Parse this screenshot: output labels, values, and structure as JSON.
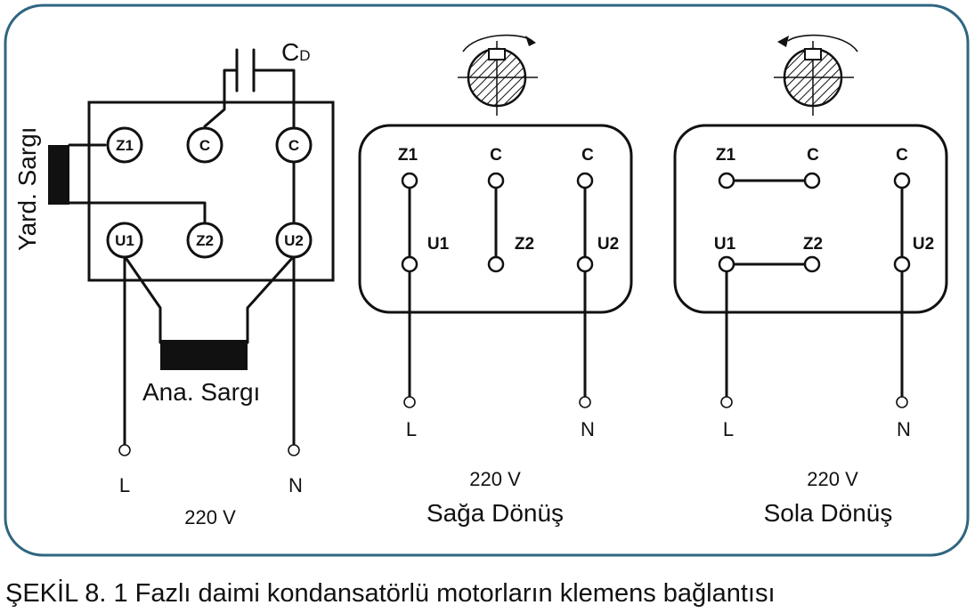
{
  "left_diagram": {
    "capacitor_label_main": "C",
    "capacitor_label_sub": "D",
    "terminals": [
      "Z1",
      "C",
      "C",
      "U1",
      "Z2",
      "U2"
    ],
    "aux_winding_label": "Yard. Sargı",
    "main_winding_label": "Ana. Sargı",
    "line_label": "L",
    "neutral_label": "N",
    "voltage": "220 V"
  },
  "middle_diagram": {
    "terminals_top": [
      "Z1",
      "C",
      "C"
    ],
    "terminals_bottom": [
      "U1",
      "Z2",
      "U2"
    ],
    "line_label": "L",
    "neutral_label": "N",
    "voltage": "220 V",
    "title": "Sağa Dönüş"
  },
  "right_diagram": {
    "terminals_top": [
      "Z1",
      "C",
      "C"
    ],
    "terminals_bottom": [
      "U1",
      "Z2",
      "U2"
    ],
    "line_label": "L",
    "neutral_label": "N",
    "voltage": "220 V",
    "title": "Sola Dönüş"
  },
  "caption": "ŞEKİL 8. 1 Fazlı daimi kondansatörlü motorların klemens bağlantısı",
  "colors": {
    "frame": "#2f6681",
    "ink": "#111111"
  }
}
